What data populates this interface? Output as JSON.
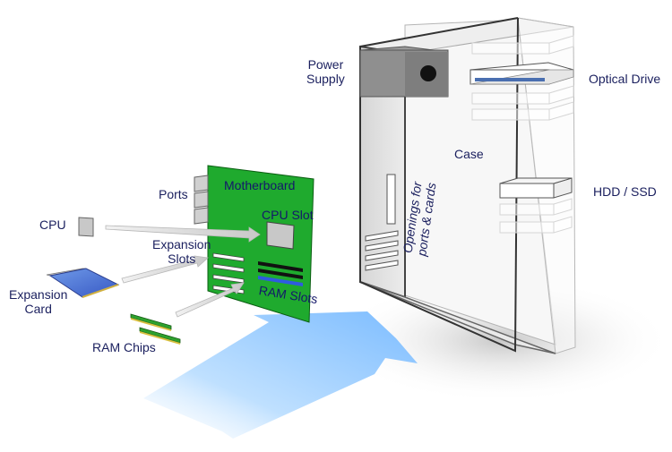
{
  "labels": {
    "power_supply": "Power\nSupply",
    "optical_drive": "Optical Drive",
    "case": "Case",
    "hdd_ssd": "HDD / SSD",
    "openings": "Openings for\nports & cards",
    "motherboard": "Motherboard",
    "cpu_slot": "CPU Slot",
    "expansion_slots": "Expansion\nSlots",
    "ram_slots": "RAM Slots",
    "ports": "Ports",
    "cpu": "CPU",
    "expansion_card": "Expansion\nCard",
    "ram_chips": "RAM Chips"
  },
  "colors": {
    "motherboard": "#1faa2e",
    "case_side": "#e4e4e4",
    "arrow_blue": "#8ec6ff",
    "label_text": "#1a1f5e"
  }
}
